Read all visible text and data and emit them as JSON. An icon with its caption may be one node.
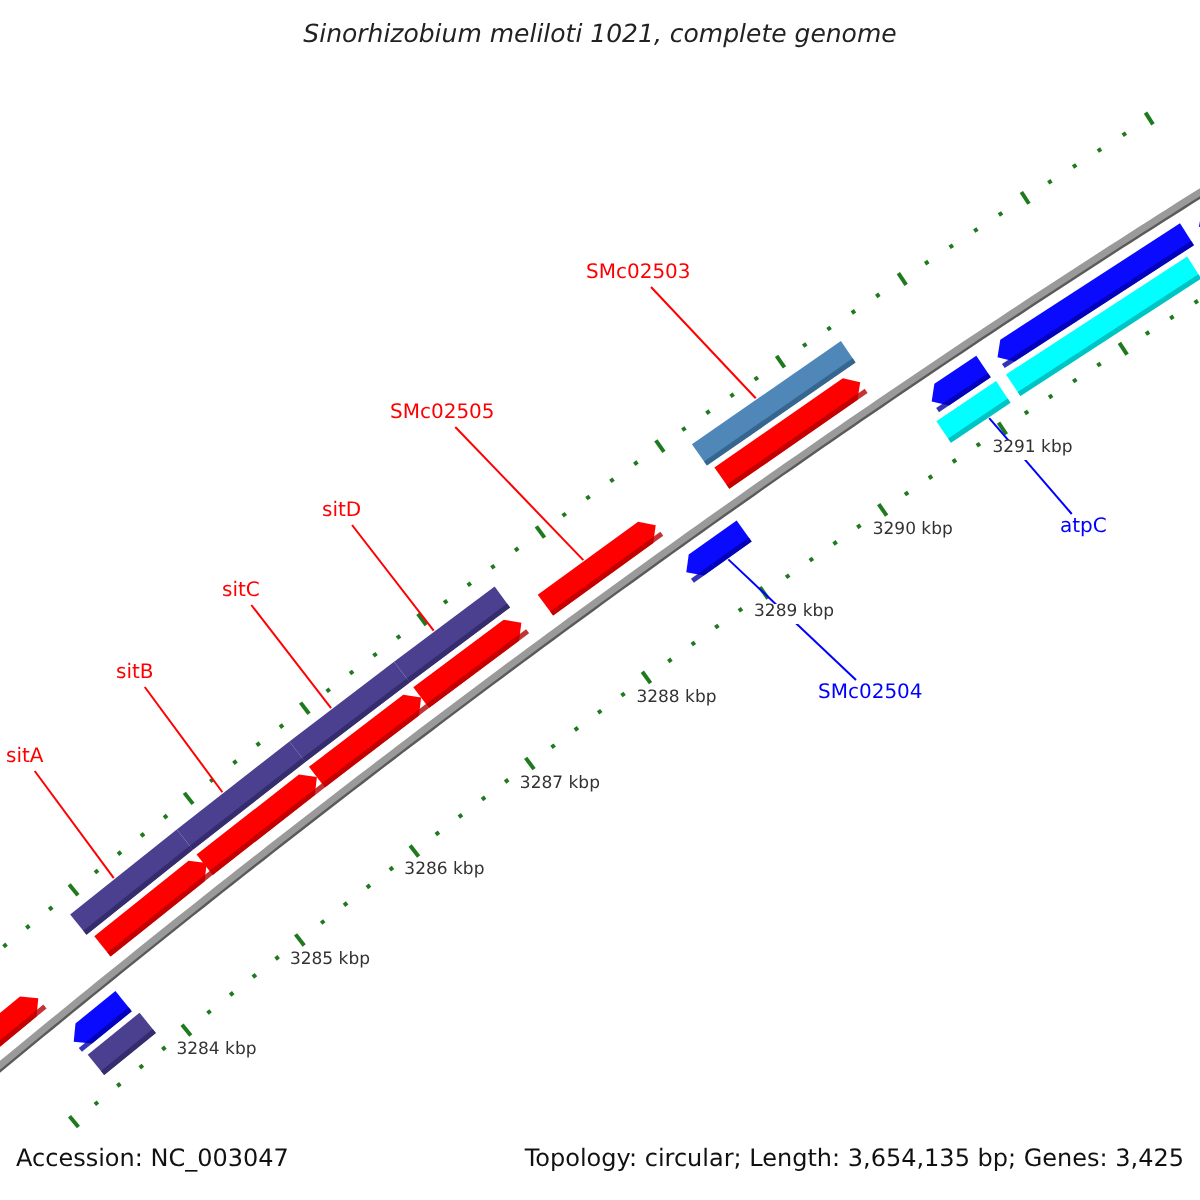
{
  "diagram": {
    "title": "Sinorhizobium meliloti 1021, complete genome",
    "nodes": [
      {
        "text": [
          "sitA"
        ]
      },
      {
        "text": [
          "sitB"
        ]
      },
      {
        "text": [
          "sitC"
        ]
      },
      {
        "text": [
          "sitD"
        ]
      },
      {
        "text": [
          "SMc02505"
        ]
      },
      {
        "text": [
          "SMc02503"
        ]
      },
      {
        "text": [
          "SMc02504"
        ]
      },
      {
        "text": [
          "atpC"
        ]
      },
      {
        "text": [],
        "shape": "bar"
      },
      {
        "text": [],
        "shape": "bar"
      },
      {
        "text": [],
        "shape": "bar"
      },
      {
        "text": [],
        "shape": "bar"
      },
      {
        "text": [],
        "shape": "bar"
      },
      {
        "text": [],
        "shape": "bar"
      },
      {
        "text": [],
        "shape": "bar"
      },
      {
        "text": [],
        "shape": "bar"
      },
      {
        "text": [],
        "shape": "bar"
      },
      {
        "text": [],
        "shape": "bar"
      },
      {
        "text": [],
        "shape": "bar"
      },
      {
        "text": [],
        "shape": "bar"
      },
      {
        "text": [],
        "shape": "bar"
      },
      {
        "text": [],
        "shape": "bar"
      },
      {
        "text": [],
        "shape": "bar"
      },
      {
        "text": [],
        "shape": "bar"
      },
      {
        "text": [],
        "shape": "bar"
      },
      {
        "text": [],
        "shape": "bar"
      },
      {
        "text": [],
        "shape": "bar"
      },
      {
        "text": [],
        "shape": "bar"
      }
    ],
    "edges": [
      {
        "from": 0,
        "to": 11,
        "arrow": "none"
      },
      {
        "from": 1,
        "to": 13,
        "arrow": "none"
      },
      {
        "from": 2,
        "to": 15,
        "arrow": "none"
      },
      {
        "from": 3,
        "to": 17,
        "arrow": "none"
      },
      {
        "from": 4,
        "to": 19,
        "arrow": "none"
      },
      {
        "from": 5,
        "to": 21,
        "arrow": "none"
      },
      {
        "from": 6,
        "to": 20,
        "arrow": "none",
        "color": "#0000ff"
      },
      {
        "from": 7,
        "to": 24,
        "arrow": "none",
        "color": "#0000ff"
      }
    ],
    "labels": [
      "3291 kbp",
      "3290 kbp",
      "3289 kbp",
      "3288 kbp",
      "3287 kbp",
      "3286 kbp",
      "3285 kbp",
      "3284 kbp",
      "Accession: NC_003047",
      "Topology: circular; Length: 3,654,135 bp; Genes: 3,425"
    ]
  }
}
